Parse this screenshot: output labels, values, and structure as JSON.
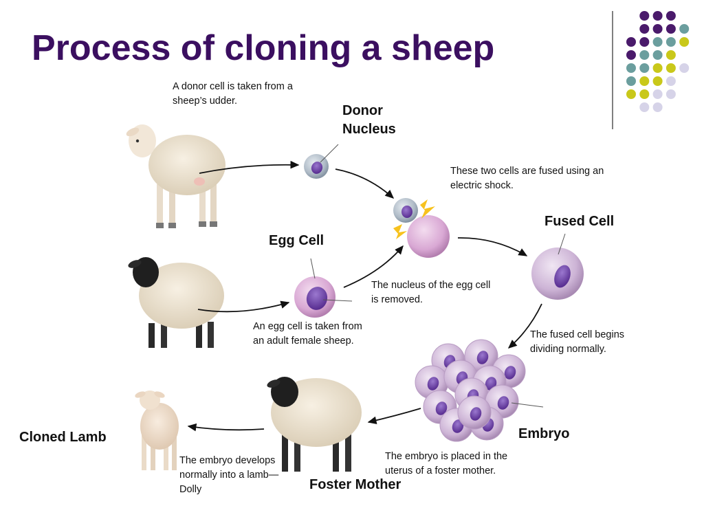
{
  "title": "Process of cloning a sheep",
  "labels": {
    "donor_nucleus_1": "Donor",
    "donor_nucleus_2": "Nucleus",
    "egg_cell": "Egg Cell",
    "fused_cell": "Fused Cell",
    "embryo": "Embryo",
    "cloned_lamb": "Cloned Lamb",
    "foster_mother": "Foster Mother"
  },
  "captions": {
    "donor_cell_1": "A donor cell is taken from a",
    "donor_cell_2": "sheep’s udder.",
    "fused_1": "These two cells are fused using an",
    "fused_2": "electric shock.",
    "nucleus_removed_1": "The nucleus of the egg cell",
    "nucleus_removed_2": "is removed.",
    "egg_taken_1": "An egg cell is taken from",
    "egg_taken_2": "an adult female sheep.",
    "dividing_1": "The fused cell begins",
    "dividing_2": "dividing normally.",
    "placed_1": "The embryo is placed in the",
    "placed_2": "uterus of a foster mother.",
    "develops_1": "The embryo develops",
    "develops_2": "normally into a lamb—",
    "develops_3": "Dolly"
  },
  "colors": {
    "title": "#3b0f60",
    "dot_purple": "#4a1a6b",
    "dot_teal": "#6b9e9e",
    "dot_yellow": "#c9c81a",
    "dot_lavender": "#d6d3e8",
    "cell_pink": "#d9a8d4",
    "nucleus_purple": "#6a3aa3"
  }
}
